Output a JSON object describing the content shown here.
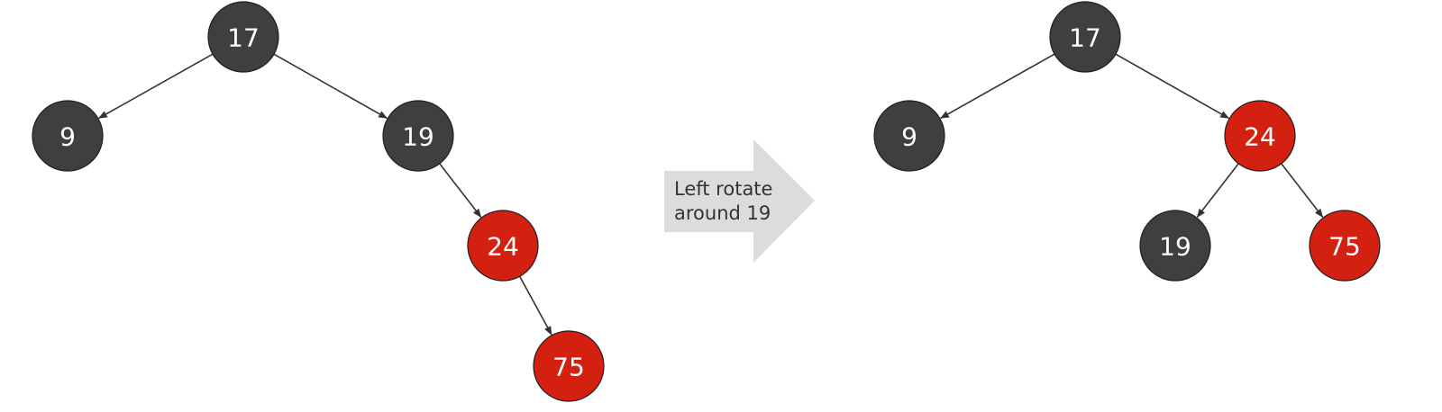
{
  "colors": {
    "black_node": "#3f3f3f",
    "red_node": "#d42010",
    "node_border": "#1f1f1f",
    "edge": "#333333",
    "node_text": "#ffffff",
    "arrow_fill": "#dcdcdc",
    "arrow_text": "#333333"
  },
  "trees": {
    "before": {
      "nodes": [
        {
          "id": "b17",
          "label": "17",
          "color": "black"
        },
        {
          "id": "b9",
          "label": "9",
          "color": "black"
        },
        {
          "id": "b19",
          "label": "19",
          "color": "black"
        },
        {
          "id": "b24",
          "label": "24",
          "color": "red"
        },
        {
          "id": "b75",
          "label": "75",
          "color": "red"
        }
      ],
      "edges": [
        {
          "from": "b17",
          "to": "b9"
        },
        {
          "from": "b17",
          "to": "b19"
        },
        {
          "from": "b19",
          "to": "b24"
        },
        {
          "from": "b24",
          "to": "b75"
        }
      ]
    },
    "after": {
      "nodes": [
        {
          "id": "a17",
          "label": "17",
          "color": "black"
        },
        {
          "id": "a9",
          "label": "9",
          "color": "black"
        },
        {
          "id": "a24",
          "label": "24",
          "color": "red"
        },
        {
          "id": "a19",
          "label": "19",
          "color": "black"
        },
        {
          "id": "a75",
          "label": "75",
          "color": "red"
        }
      ],
      "edges": [
        {
          "from": "a17",
          "to": "a9"
        },
        {
          "from": "a17",
          "to": "a24"
        },
        {
          "from": "a24",
          "to": "a19"
        },
        {
          "from": "a24",
          "to": "a75"
        }
      ]
    }
  },
  "transition": {
    "label_line1": "Left rotate",
    "label_line2": "around 19"
  }
}
